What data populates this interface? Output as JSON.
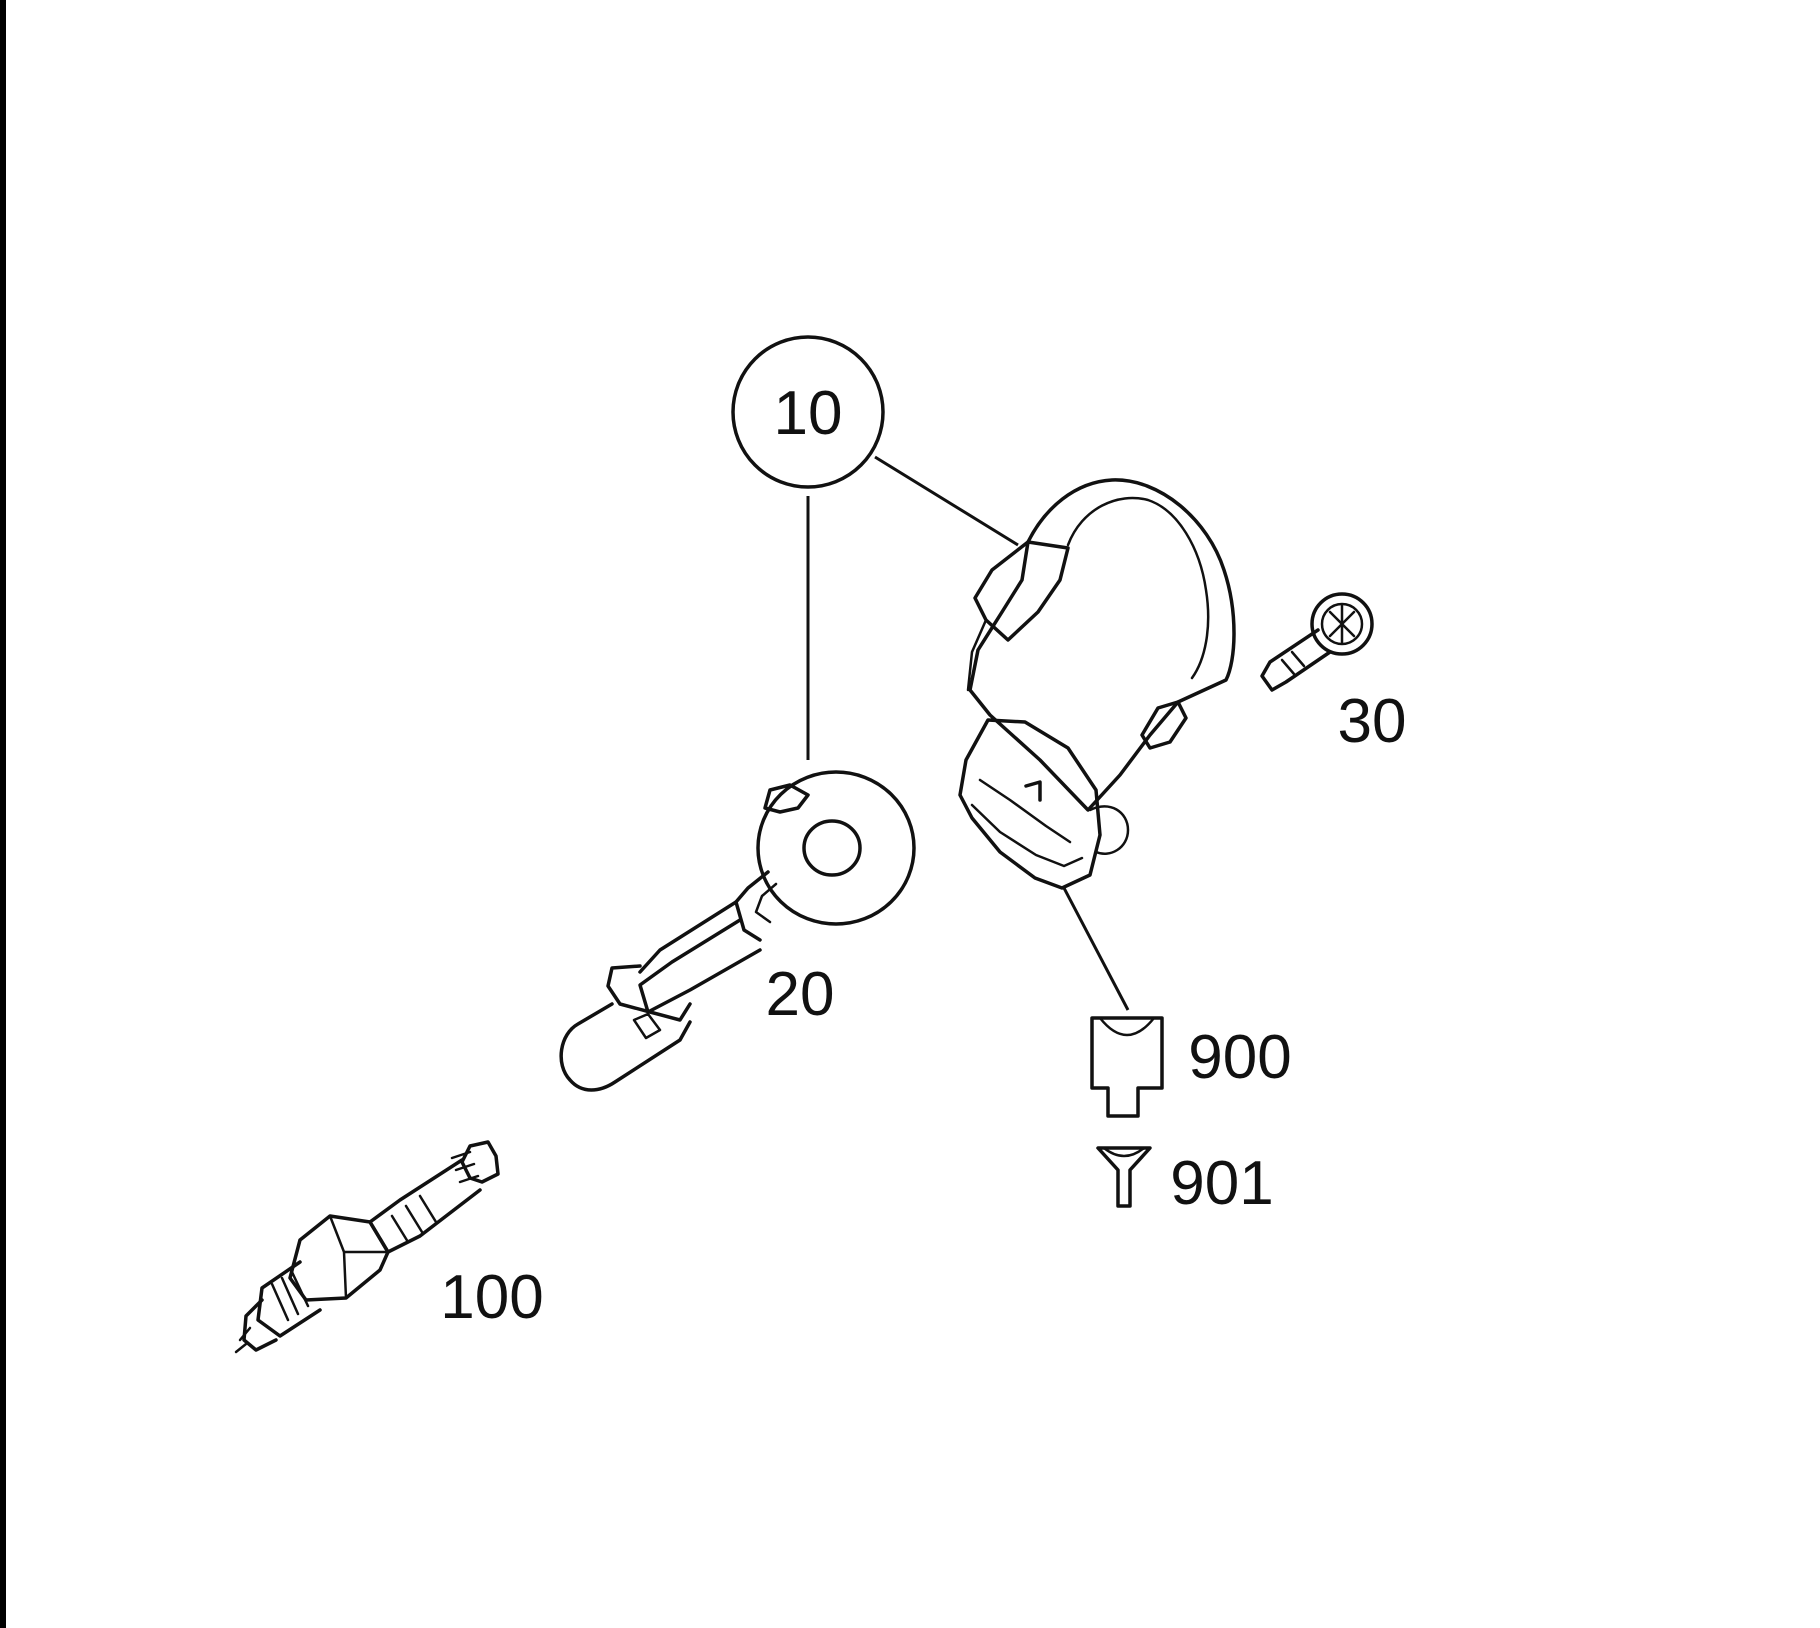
{
  "diagram": {
    "callouts": {
      "assembly": "10",
      "extension": "20",
      "screw": "30",
      "spark_plug": "100",
      "connector": "900",
      "contact": "901"
    }
  }
}
